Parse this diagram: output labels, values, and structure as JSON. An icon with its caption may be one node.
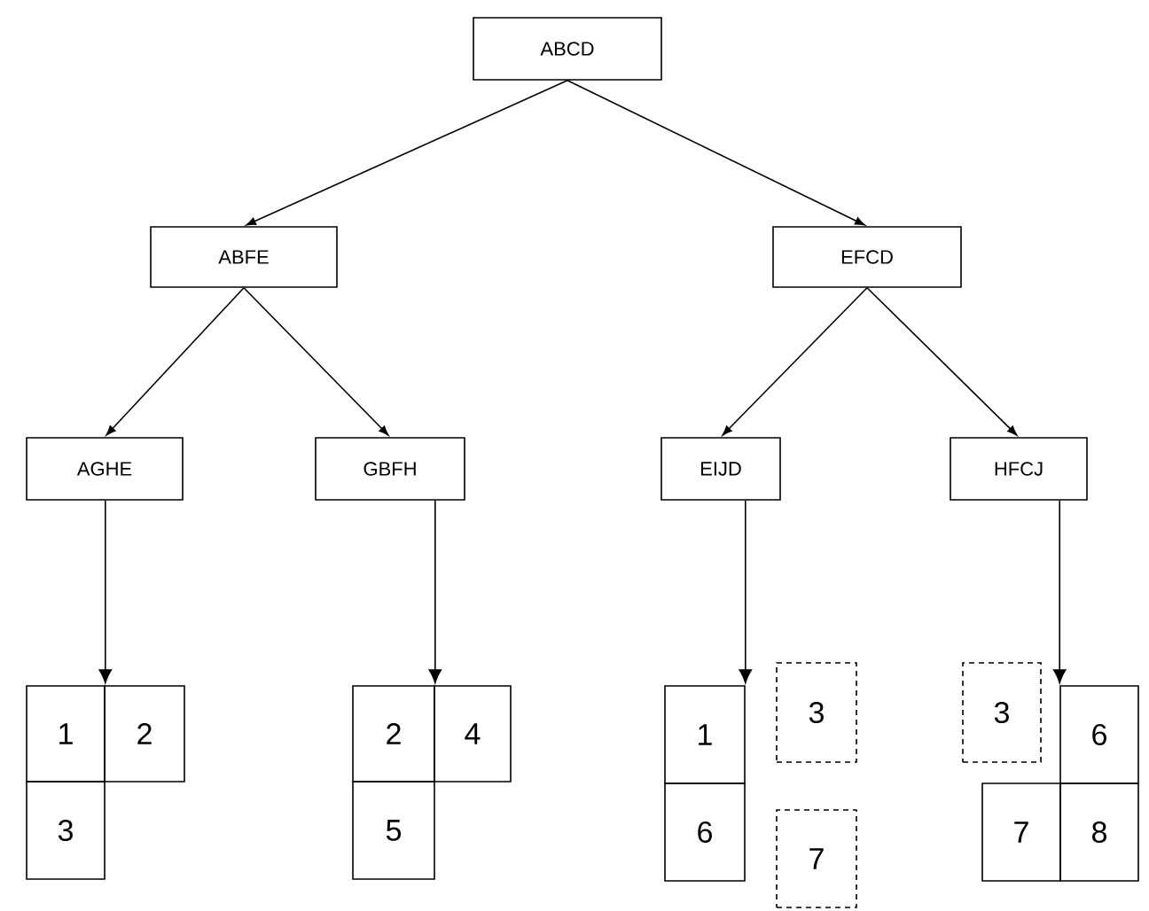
{
  "diagram": {
    "nodes": [
      {
        "text": [
          "ABCD"
        ]
      },
      {
        "text": [
          "ABFE"
        ]
      },
      {
        "text": [
          "EFCD"
        ]
      },
      {
        "text": [
          "AGHE"
        ]
      },
      {
        "text": [
          "GBFH"
        ]
      },
      {
        "text": [
          "EIJD"
        ]
      },
      {
        "text": [
          "HFCJ"
        ]
      },
      {
        "text": [
          "1"
        ]
      },
      {
        "text": [
          "2"
        ]
      },
      {
        "text": [
          "3"
        ]
      },
      {
        "text": [
          "2"
        ]
      },
      {
        "text": [
          "4"
        ]
      },
      {
        "text": [
          "5"
        ]
      },
      {
        "text": [
          "1"
        ]
      },
      {
        "text": [
          "3"
        ]
      },
      {
        "text": [
          "6"
        ]
      },
      {
        "text": [
          "7"
        ]
      },
      {
        "text": [
          "3"
        ]
      },
      {
        "text": [
          "6"
        ]
      },
      {
        "text": [
          "7"
        ]
      },
      {
        "text": [
          "8"
        ]
      }
    ],
    "edges": [
      {
        "from": 0,
        "to": 1,
        "arrow": "to"
      },
      {
        "from": 0,
        "to": 2,
        "arrow": "to"
      },
      {
        "from": 1,
        "to": 3,
        "arrow": "to"
      },
      {
        "from": 1,
        "to": 4,
        "arrow": "to"
      },
      {
        "from": 2,
        "to": 5,
        "arrow": "to"
      },
      {
        "from": 2,
        "to": 6,
        "arrow": "to"
      },
      {
        "from": 3,
        "to": 7,
        "arrow": "to"
      },
      {
        "from": 4,
        "to": 10,
        "arrow": "to"
      },
      {
        "from": 5,
        "to": 13,
        "arrow": "to"
      },
      {
        "from": 6,
        "to": 18,
        "arrow": "to"
      }
    ]
  }
}
